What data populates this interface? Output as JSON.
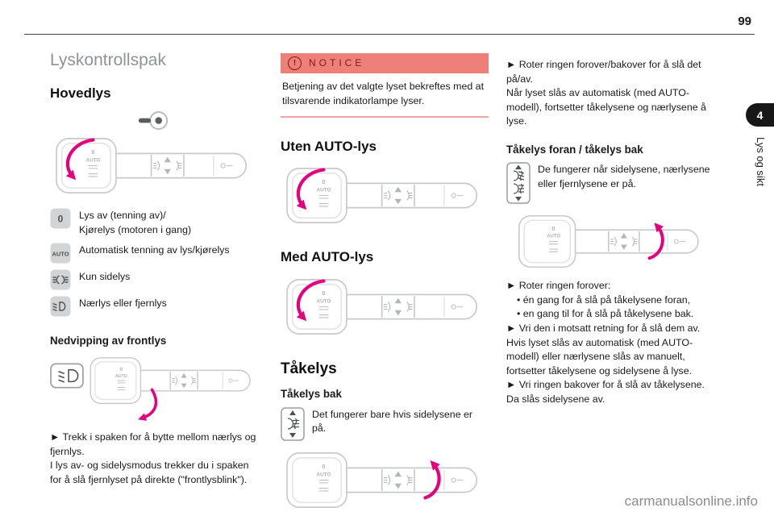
{
  "page": {
    "number": "99",
    "chapter_tab": "4",
    "chapter_label": "Lys og sikt",
    "watermark": "carmanualsonline.info"
  },
  "drawing": {
    "knob_off": "0",
    "knob_auto": "AUTO"
  },
  "colors": {
    "accent_arrow": "#e5007d",
    "notice_bar": "#ef8079",
    "notice_ink": "#7a1d15",
    "title_gray": "#8f9396"
  },
  "left": {
    "title": "Lyskontrollspak",
    "hovedlys_heading": "Hovedlys",
    "legend": [
      {
        "label": "Lys av (tenning av)/\nKjørelys (motoren i gang)"
      },
      {
        "label": "Automatisk tenning av lys/kjørelys"
      },
      {
        "label": "Kun sidelys"
      },
      {
        "label": "Nærlys eller fjernlys"
      }
    ],
    "nedvipping_heading": "Nedvipping av frontlys",
    "para1": "► Trekk i spaken for å bytte mellom nærlys og fjernlys.",
    "para2": "I lys av- og sidelysmodus trekker du i spaken for å slå fjernlyset på direkte (\"frontlysblink\")."
  },
  "middle": {
    "notice_icon": "!",
    "notice_title": "NOTICE",
    "notice_text": "Betjening av det valgte lyset bekreftes med at tilsvarende indikatorlampe lyser.",
    "uten_heading": "Uten AUTO-lys",
    "med_heading": "Med AUTO-lys",
    "takelys_heading": "Tåkelys",
    "takelys_bak_heading": "Tåkelys bak",
    "takelys_bak_text": "Det fungerer bare hvis sidelysene er på."
  },
  "right": {
    "para1": "► Roter ringen forover/bakover for å slå det på/av.",
    "para2": "Når lyset slås av automatisk (med AUTO-modell), fortsetter tåkelysene og nærlysene å lyse.",
    "foran_bak_heading": "Tåkelys foran / tåkelys bak",
    "foran_bak_text": "De fungerer når sidelysene, nærlysene eller fjernlysene er på.",
    "para3": "► Roter ringen forover:",
    "bullet1": "• én gang for å slå på tåkelysene foran,",
    "bullet2": "• en gang til for å slå på tåkelysene bak.",
    "para4": "► Vri den i motsatt retning for å slå dem av.",
    "para5": "Hvis lyset slås av automatisk (med AUTO-modell) eller nærlysene slås av manuelt, fortsetter tåkelysene og sidelysene å lyse.",
    "para6": "► Vri ringen bakover for å slå av tåkelysene. Da slås sidelysene av."
  }
}
